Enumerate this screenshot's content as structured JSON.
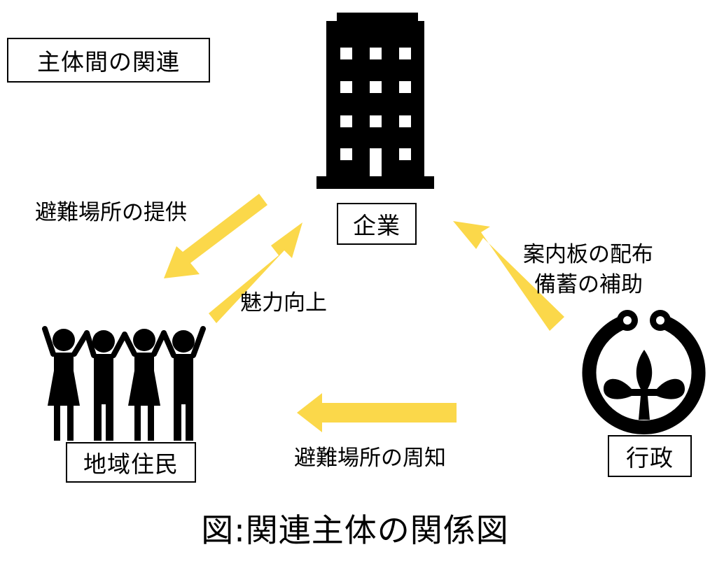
{
  "title": "主体間の関連",
  "caption": "図:関連主体の関係図",
  "nodes": {
    "company": {
      "label": "企業",
      "icon": "office-building-icon"
    },
    "residents": {
      "label": "地域住民",
      "icon": "people-raising-hands-icon"
    },
    "government": {
      "label": "行政",
      "icon": "municipal-emblem-icon"
    }
  },
  "edges": {
    "company_to_residents": "避難場所の提供",
    "residents_to_company": "魅力向上",
    "government_to_company": [
      "案内板の配布",
      "備蓄の補助"
    ],
    "government_to_residents": "避難場所の周知"
  },
  "colors": {
    "arrow": "#FBD84A",
    "ink": "#000000",
    "background": "#FFFFFF"
  }
}
